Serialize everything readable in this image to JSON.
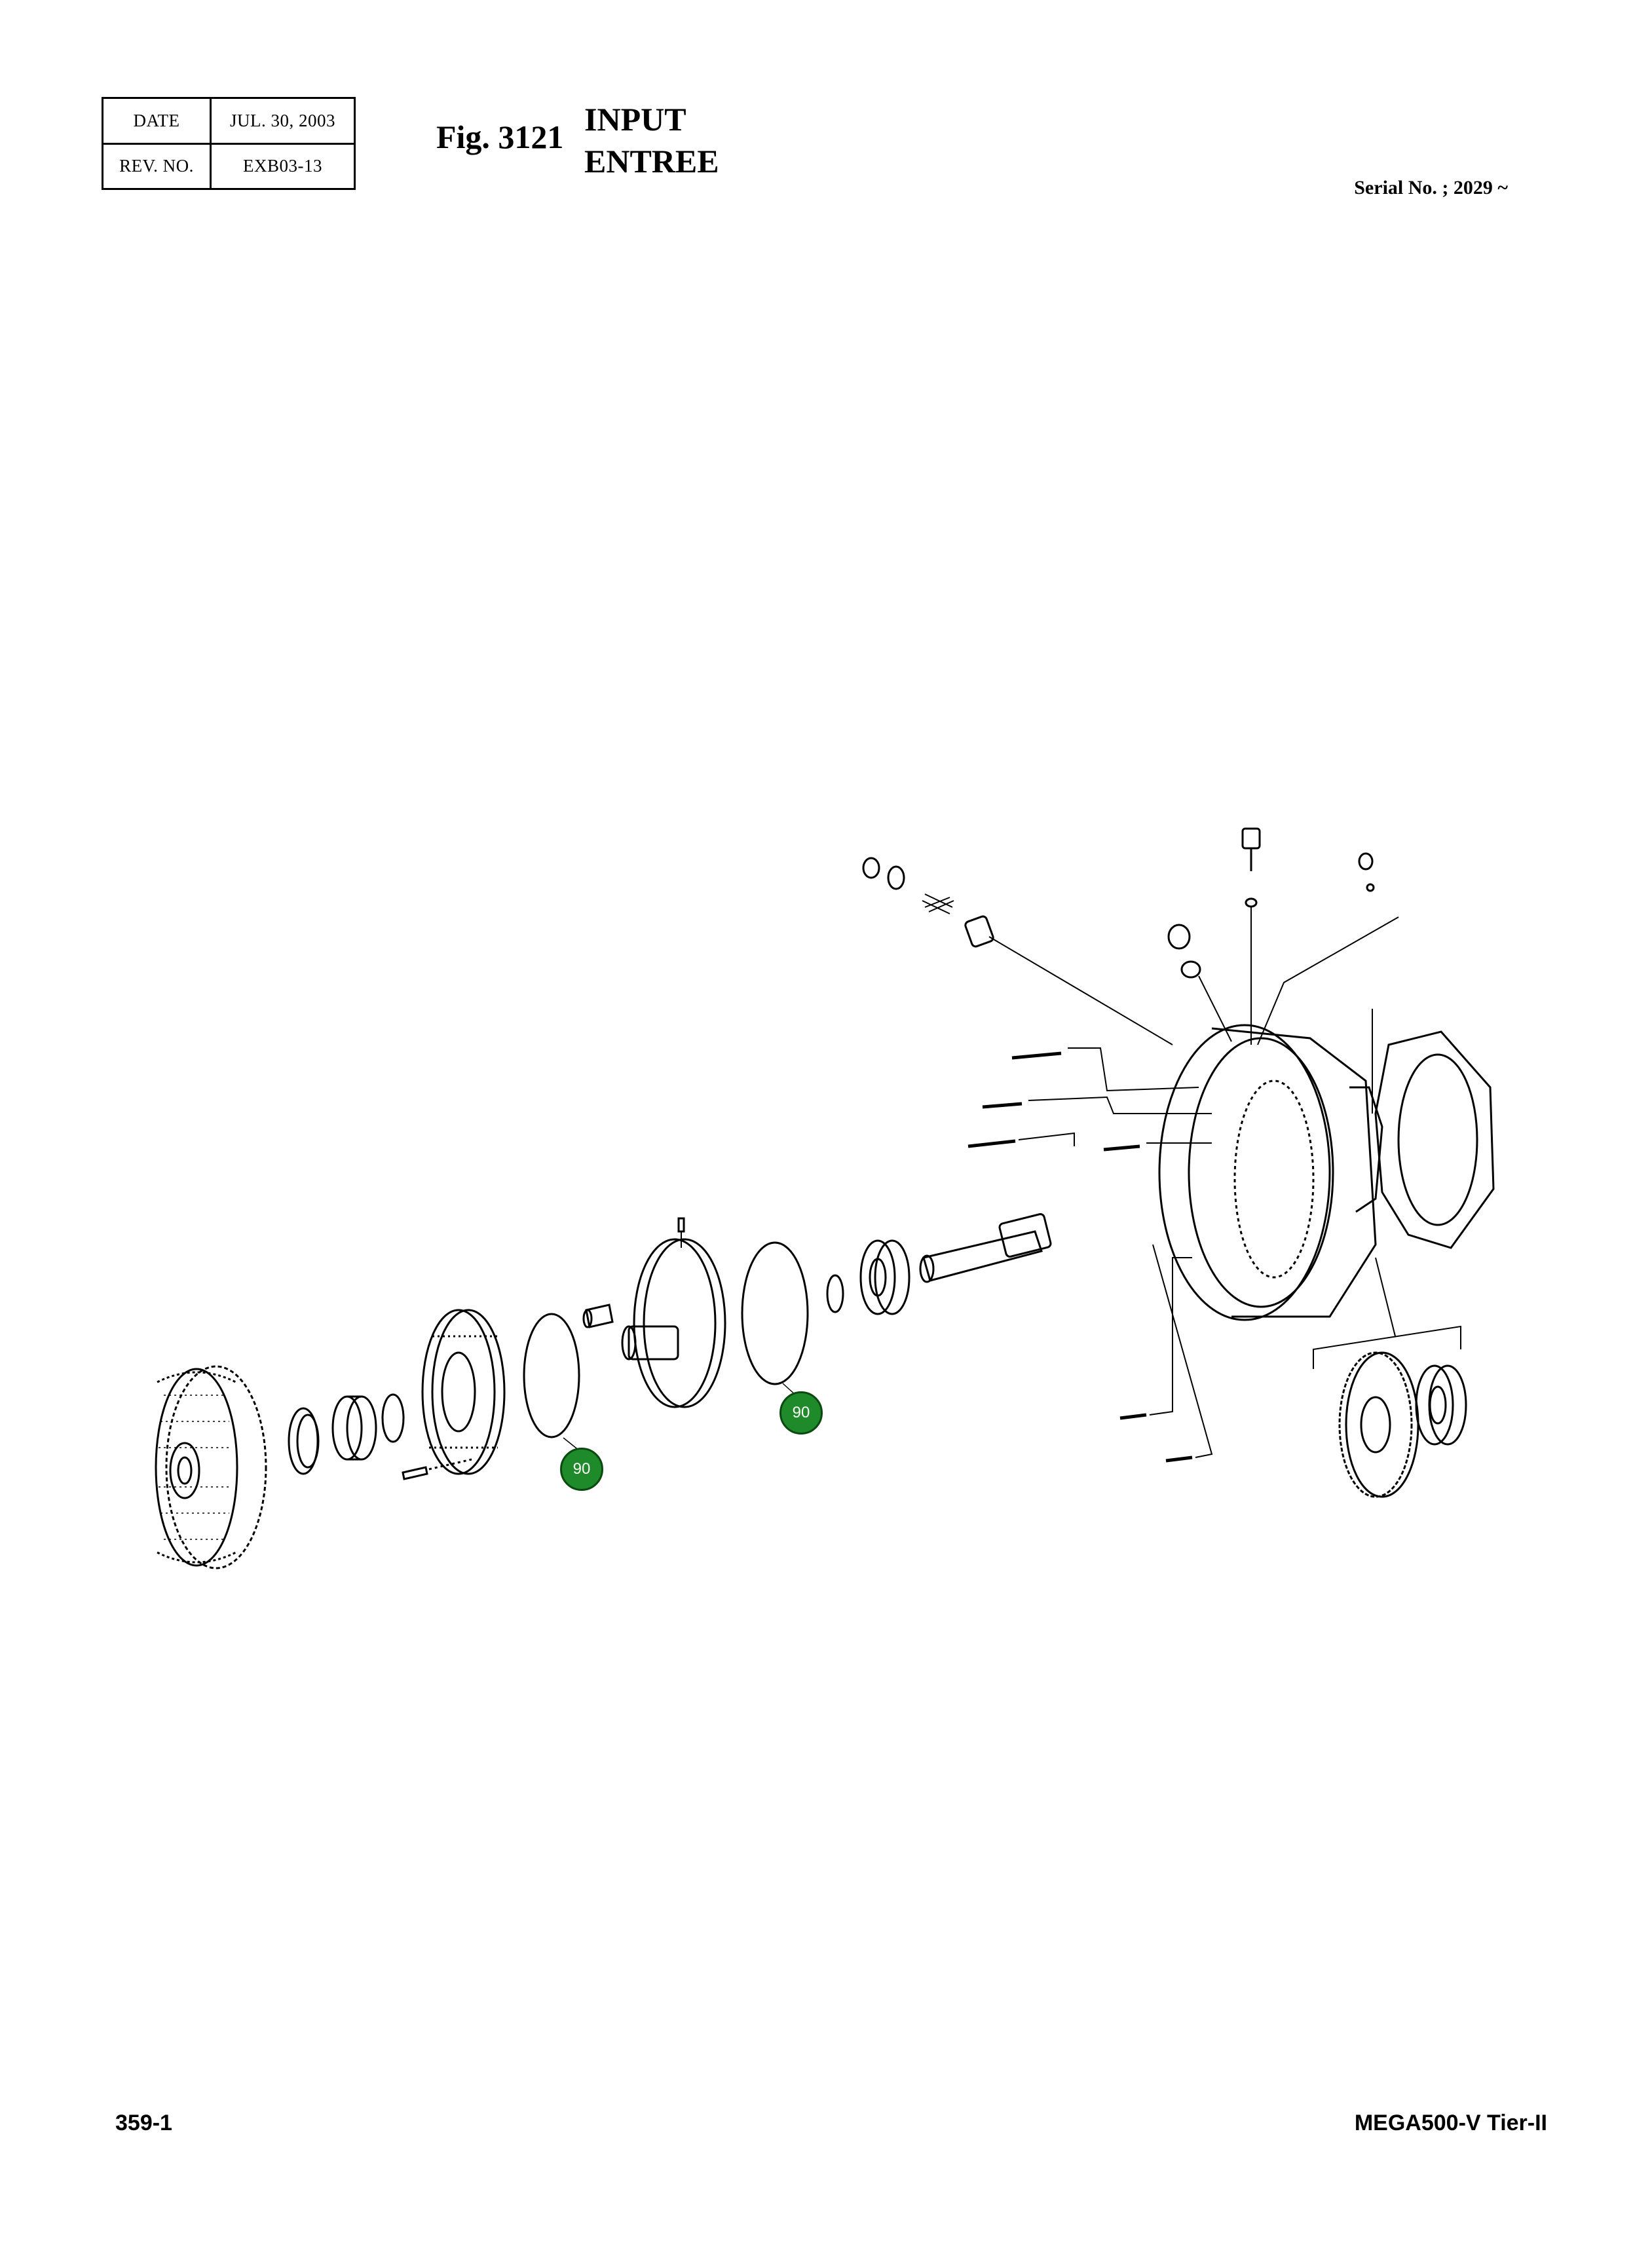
{
  "header": {
    "date_label": "DATE",
    "date_value": "JUL. 30, 2003",
    "rev_label": "REV. NO.",
    "rev_value": "EXB03-13",
    "figure": "Fig. 3121",
    "title_line1": "INPUT",
    "title_line2": "ENTREE",
    "serial": "Serial No. ; 2029 ~"
  },
  "diagram": {
    "callouts": [
      "90",
      "90"
    ]
  },
  "footer": {
    "page_number": "359-1",
    "model": "MEGA500-V Tier-II"
  },
  "colors": {
    "callout_fill": "#1f8a2a",
    "callout_text": "#ffffff",
    "line": "#000000"
  }
}
